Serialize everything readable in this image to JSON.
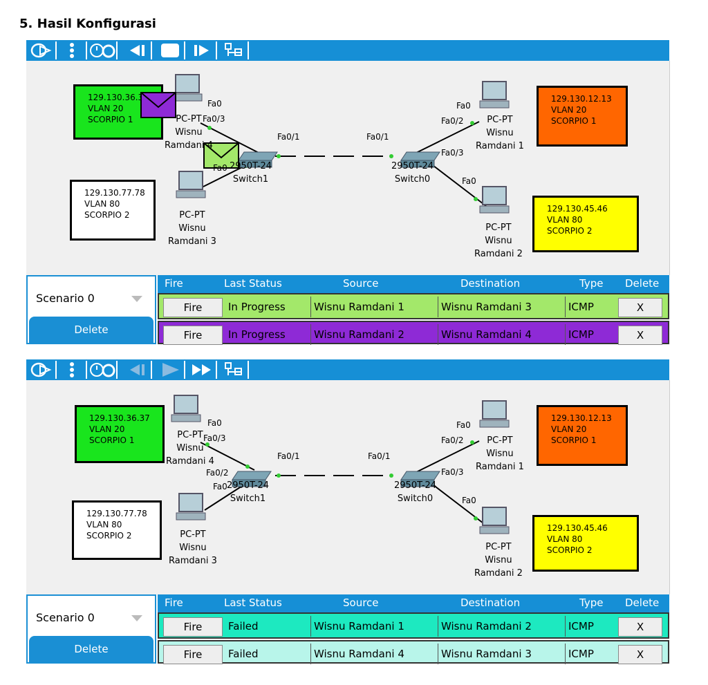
{
  "title": "5. Hasil Konfigurasi",
  "icons": [
    "pdu-icon",
    "more-icon",
    "timer-icon",
    "step-back-icon",
    "play-icon",
    "step-forward-icon",
    "event-list-icon"
  ],
  "colors": {
    "green": "#19e51d",
    "orange": "#ff6600",
    "yellow": "#ffff00",
    "white": "#ffffff",
    "accent": "#168fd6"
  },
  "panels": [
    {
      "info": [
        {
          "ip": "129.130.36.37",
          "vlan": "VLAN 20",
          "name": "SCORPIO 1"
        },
        {
          "ip": "129.130.77.78",
          "vlan": "VLAN 80",
          "name": "SCORPIO 2"
        },
        {
          "ip": "129.130.12.13",
          "vlan": "VLAN 20",
          "name": "SCORPIO 1"
        },
        {
          "ip": "129.130.45.46",
          "vlan": "VLAN 80",
          "name": "SCORPIO 2"
        }
      ],
      "devices": {
        "pc4": {
          "type": "PC-PT",
          "name1": "Wisnu",
          "name2": "Ramdani 4"
        },
        "pc3": {
          "type": "PC-PT",
          "name1": "Wisnu",
          "name2": "Ramdani 3"
        },
        "pc1": {
          "type": "PC-PT",
          "name1": "Wisnu",
          "name2": "Ramdani 1"
        },
        "pc2": {
          "type": "PC-PT",
          "name1": "Wisnu",
          "name2": "Ramdani 2"
        },
        "switch1": {
          "model": "2950T-24",
          "name": "Switch1"
        },
        "switch0": {
          "model": "2950T-24",
          "name": "Switch0"
        }
      },
      "ports": {
        "fa0": "Fa0",
        "fa03": "Fa0/3",
        "fa02": "Fa0/2",
        "fa01": "Fa0/1"
      },
      "scenario": {
        "label": "Scenario 0",
        "delete": "Delete"
      },
      "headers": {
        "fire": "Fire",
        "status": "Last Status",
        "source": "Source",
        "destination": "Destination",
        "type": "Type",
        "delete": "Delete"
      },
      "rows": [
        {
          "fire": "Fire",
          "status": "In Progress",
          "source": "Wisnu Ramdani 1",
          "destination": "Wisnu Ramdani 3",
          "type": "ICMP",
          "delete": "X",
          "color": "#a3e86a"
        },
        {
          "fire": "Fire",
          "status": "In Progress",
          "source": "Wisnu Ramdani 2",
          "destination": "Wisnu Ramdani 4",
          "type": "ICMP",
          "delete": "X",
          "color": "#8e2ad6"
        }
      ]
    },
    {
      "info": [
        {
          "ip": "129.130.36.37",
          "vlan": "VLAN 20",
          "name": "SCORPIO 1"
        },
        {
          "ip": "129.130.77.78",
          "vlan": "VLAN 80",
          "name": "SCORPIO 2"
        },
        {
          "ip": "129.130.12.13",
          "vlan": "VLAN 20",
          "name": "SCORPIO 1"
        },
        {
          "ip": "129.130.45.46",
          "vlan": "VLAN 80",
          "name": "SCORPIO 2"
        }
      ],
      "devices": {
        "pc4": {
          "type": "PC-PT",
          "name1": "Wisnu",
          "name2": "Ramdani 4"
        },
        "pc3": {
          "type": "PC-PT",
          "name1": "Wisnu",
          "name2": "Ramdani 3"
        },
        "pc1": {
          "type": "PC-PT",
          "name1": "Wisnu",
          "name2": "Ramdani 1"
        },
        "pc2": {
          "type": "PC-PT",
          "name1": "Wisnu",
          "name2": "Ramdani 2"
        },
        "switch1": {
          "model": "2950T-24",
          "name": "Switch1"
        },
        "switch0": {
          "model": "2950T-24",
          "name": "Switch0"
        }
      },
      "ports": {
        "fa0": "Fa0",
        "fa03": "Fa0/3",
        "fa02": "Fa0/2",
        "fa01": "Fa0/1"
      },
      "scenario": {
        "label": "Scenario 0",
        "delete": "Delete"
      },
      "headers": {
        "fire": "Fire",
        "status": "Last Status",
        "source": "Source",
        "destination": "Destination",
        "type": "Type",
        "delete": "Delete"
      },
      "rows": [
        {
          "fire": "Fire",
          "status": "Failed",
          "source": "Wisnu Ramdani 1",
          "destination": "Wisnu Ramdani 2",
          "type": "ICMP",
          "delete": "X",
          "color": "#1de9c0"
        },
        {
          "fire": "Fire",
          "status": "Failed",
          "source": "Wisnu Ramdani 4",
          "destination": "Wisnu Ramdani 3",
          "type": "ICMP",
          "delete": "X",
          "color": "#b8f5ea"
        }
      ]
    }
  ]
}
